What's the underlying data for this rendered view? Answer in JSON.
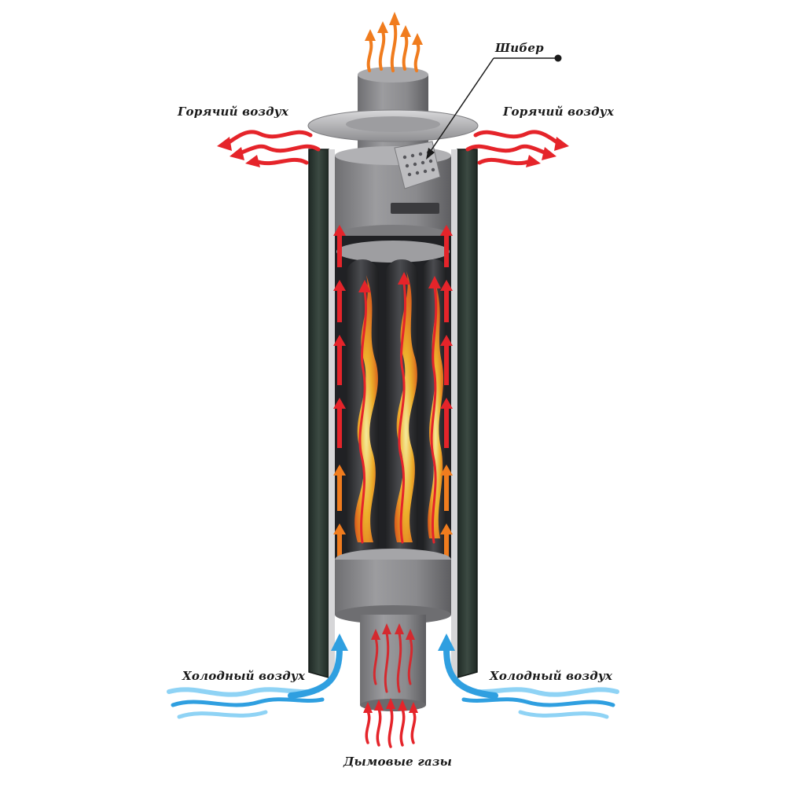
{
  "labels": {
    "damper": "Шибер",
    "hot_air_left": "Горячий воздух",
    "hot_air_right": "Горячий воздух",
    "cold_air_left": "Холодный воздух",
    "cold_air_right": "Холодный воздух",
    "flue_gases": "Дымовые газы"
  },
  "colors": {
    "hot_arrow": "#e5242a",
    "warm_arrow": "#f07c1e",
    "cold_arrow": "#2f9fe0",
    "cold_wave": "#8fd3f5",
    "steel": "#8c8c8e",
    "steel_dark": "#5d5d60",
    "glass_frame": "#2e3a34",
    "tube_dark": "#2c2d30",
    "flame": "#f6a623"
  }
}
